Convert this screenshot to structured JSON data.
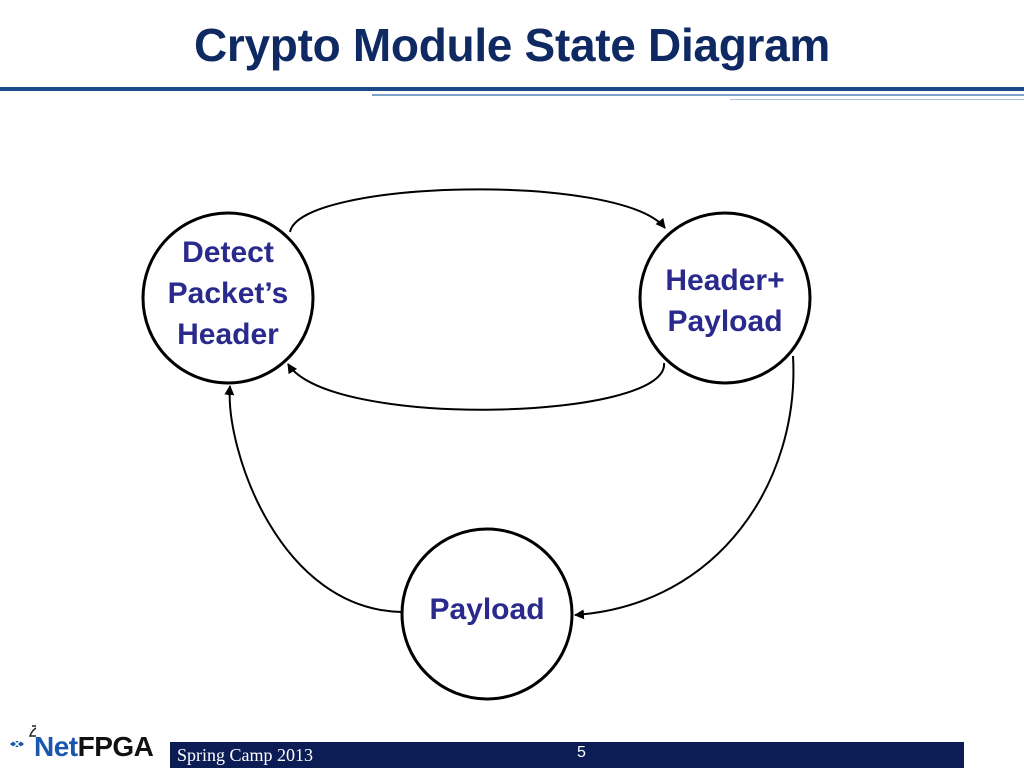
{
  "title": "Crypto Module State Diagram",
  "states": [
    {
      "id": "detect",
      "lines": [
        "Detect",
        "Packet’s",
        "Header"
      ]
    },
    {
      "id": "header_payload",
      "lines": [
        "Header+",
        "Payload"
      ]
    },
    {
      "id": "payload",
      "lines": [
        "Payload"
      ]
    }
  ],
  "transitions": [
    {
      "from": "detect",
      "to": "header_payload"
    },
    {
      "from": "header_payload",
      "to": "detect"
    },
    {
      "from": "header_payload",
      "to": "payload"
    },
    {
      "from": "payload",
      "to": "detect"
    }
  ],
  "footer": {
    "event": "Spring Camp 2013",
    "page": "5",
    "logo_net": "Net",
    "logo_fpga": "FPGA"
  },
  "colors": {
    "title": "#0f2a63",
    "state_text": "#2a2a8c",
    "footer_bar": "#0c1d56",
    "logo_net": "#1a56b0"
  }
}
